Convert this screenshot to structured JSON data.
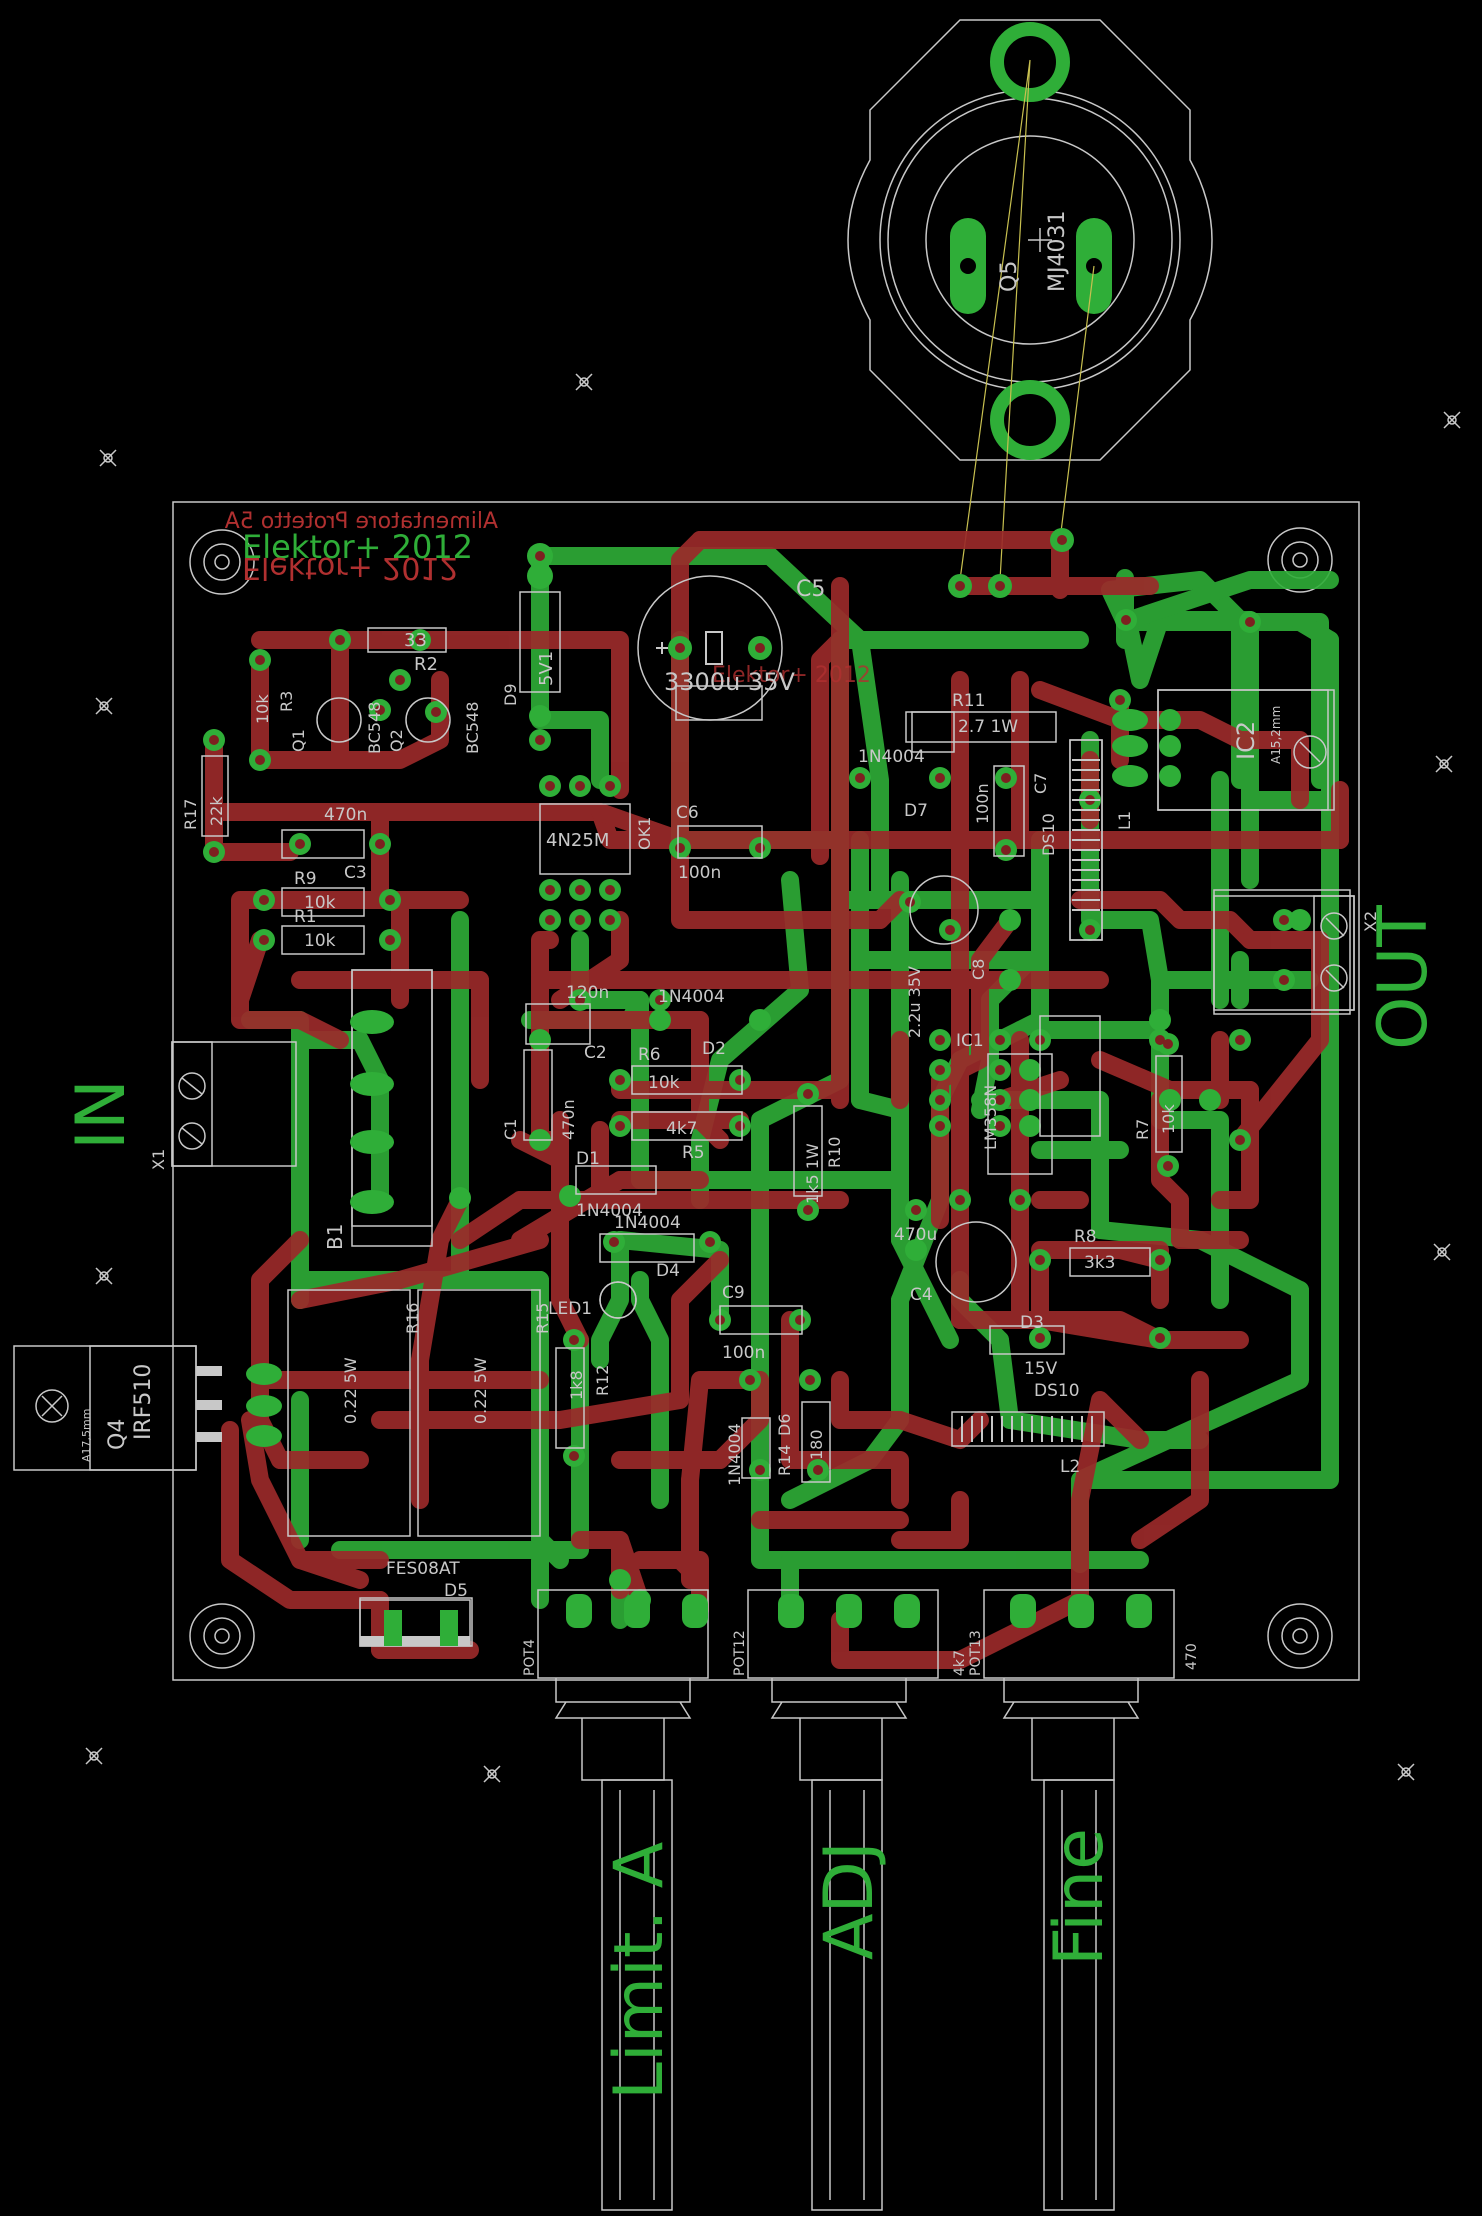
{
  "board": {
    "title_top": "Alimentatore Protetto 5A",
    "title_green": "Elektor+ 2012",
    "title_red": "Elektor+ 2012",
    "title_c5_overlap": "Elektor+ 2012"
  },
  "side_labels": {
    "in": "IN",
    "out": "OUT",
    "limit": "Limit. A",
    "adj": "ADJ",
    "fine": "Fine"
  },
  "components": {
    "q5_name": "Q5",
    "q5_value": "MJ4031",
    "c5_name": "C5",
    "c5_value": "3300u 35V",
    "r2_name": "R2",
    "r2_value": "33",
    "r3_name": "R3",
    "r3_value": "10k",
    "q1_name": "Q1",
    "q1_value": "BC548",
    "q2_name": "Q2",
    "q2_value": "BC548",
    "d9_name": "D9",
    "d9_value": "5V1",
    "ok1_name": "OK1",
    "ok1_value": "4N25M",
    "r17_name": "R17",
    "r17_value": "22k",
    "c3_name": "C3",
    "c3_value": "470n",
    "r9_name": "R9",
    "r9_value": "10k",
    "r1_name": "R1",
    "r1_value": "10k",
    "c6_name": "C6",
    "c6_value": "100n",
    "r11_name": "R11",
    "r11_value": "2.7 1W",
    "d7_name": "D7",
    "d7_value": "1N4004",
    "c7_name": "C7",
    "c7_value": "100n",
    "ds10_top": "DS10",
    "l1_name": "L1",
    "ic2_name": "IC2",
    "ic2_pkg": "A15,2mm",
    "x2_name": "X2",
    "c8_name": "C8",
    "c8_value": "2.2u 35V",
    "c2_name": "C2",
    "c2_value": "120n",
    "d2_name": "D2",
    "d2_value": "1N4004",
    "r6_name": "R6",
    "r6_value": "10k",
    "r5_name": "R5",
    "r5_value": "4k7",
    "c1_name": "C1",
    "c1_value": "470n",
    "ic1_name": "IC1",
    "ic1_value": "LM358N",
    "r7_name": "R7",
    "r7_value": "10k",
    "x1_name": "X1",
    "b1_name": "B1",
    "d1_name": "D1",
    "d1_value": "1N4004",
    "d4_name": "D4",
    "d4_value": "1N4004",
    "r10_name": "R10",
    "r10_value": "1k5 1W",
    "c4_name": "C4",
    "c4_value": "470u",
    "r8_name": "R8",
    "r8_value": "3k3",
    "r16_name": "R16",
    "r16_value": "0.22 5W",
    "r15_name": "R15",
    "r15_value": "0.22 5W",
    "led1_name": "LED1",
    "c9_name": "C9",
    "c9_value": "100n",
    "d3_name": "D3",
    "d3_value": "15V",
    "ds10_bottom": "DS10",
    "q4_name": "Q4",
    "q4_value": "IRF510",
    "q4_pkg": "A17,5mm",
    "r12_name": "R12",
    "r12_value": "1k8",
    "d6_name": "D6",
    "d6_value": "1N4004",
    "r14_name": "R14",
    "r14_value": "180",
    "l2_name": "L2",
    "d5_name": "D5",
    "d5_value": "FES08AT",
    "pot4_name": "POT4",
    "pot12_name": "POT12",
    "pot12_value": "4k7",
    "pot13_name": "POT13",
    "pot13_value": "470"
  },
  "colors": {
    "background": "#000000",
    "top_copper": "#9b2a2a",
    "bottom_copper": "#2fae38",
    "silkscreen": "#c8c8c8"
  }
}
